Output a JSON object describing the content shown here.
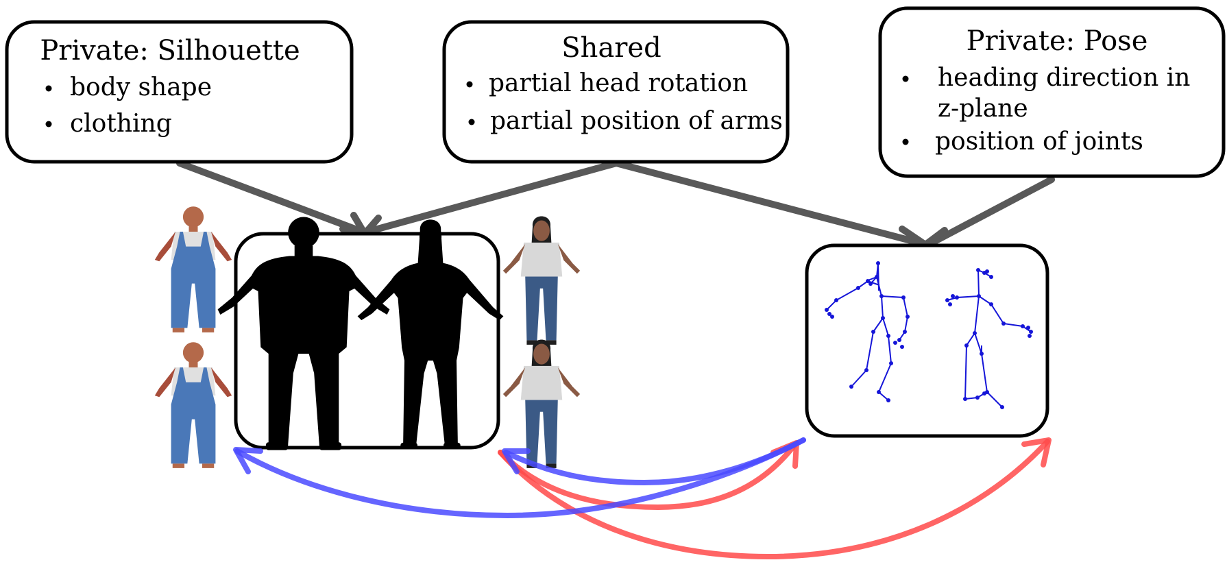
{
  "boxes": {
    "silhouette": {
      "title": "Private: Silhouette",
      "items": [
        [
          "body shape"
        ],
        [
          "clothing"
        ]
      ]
    },
    "shared": {
      "title": "Shared",
      "items": [
        [
          "partial head rotation"
        ],
        [
          "partial position of arms"
        ]
      ]
    },
    "pose": {
      "title": "Private: Pose",
      "items": [
        [
          "heading direction in",
          "z-plane"
        ],
        [
          "position of joints"
        ]
      ]
    }
  },
  "colors": {
    "arrow_gray": "#595959",
    "arrow_blue": "#4a4aff",
    "arrow_red": "#ff4a4a",
    "skeleton": "#1515d8",
    "silhouette_fill": "#000000"
  },
  "icons": {
    "bullet": "bullet-dot-icon",
    "figures": [
      "man-overalls-front",
      "man-overalls-back",
      "woman-tshirt-front",
      "woman-tshirt-back"
    ]
  }
}
